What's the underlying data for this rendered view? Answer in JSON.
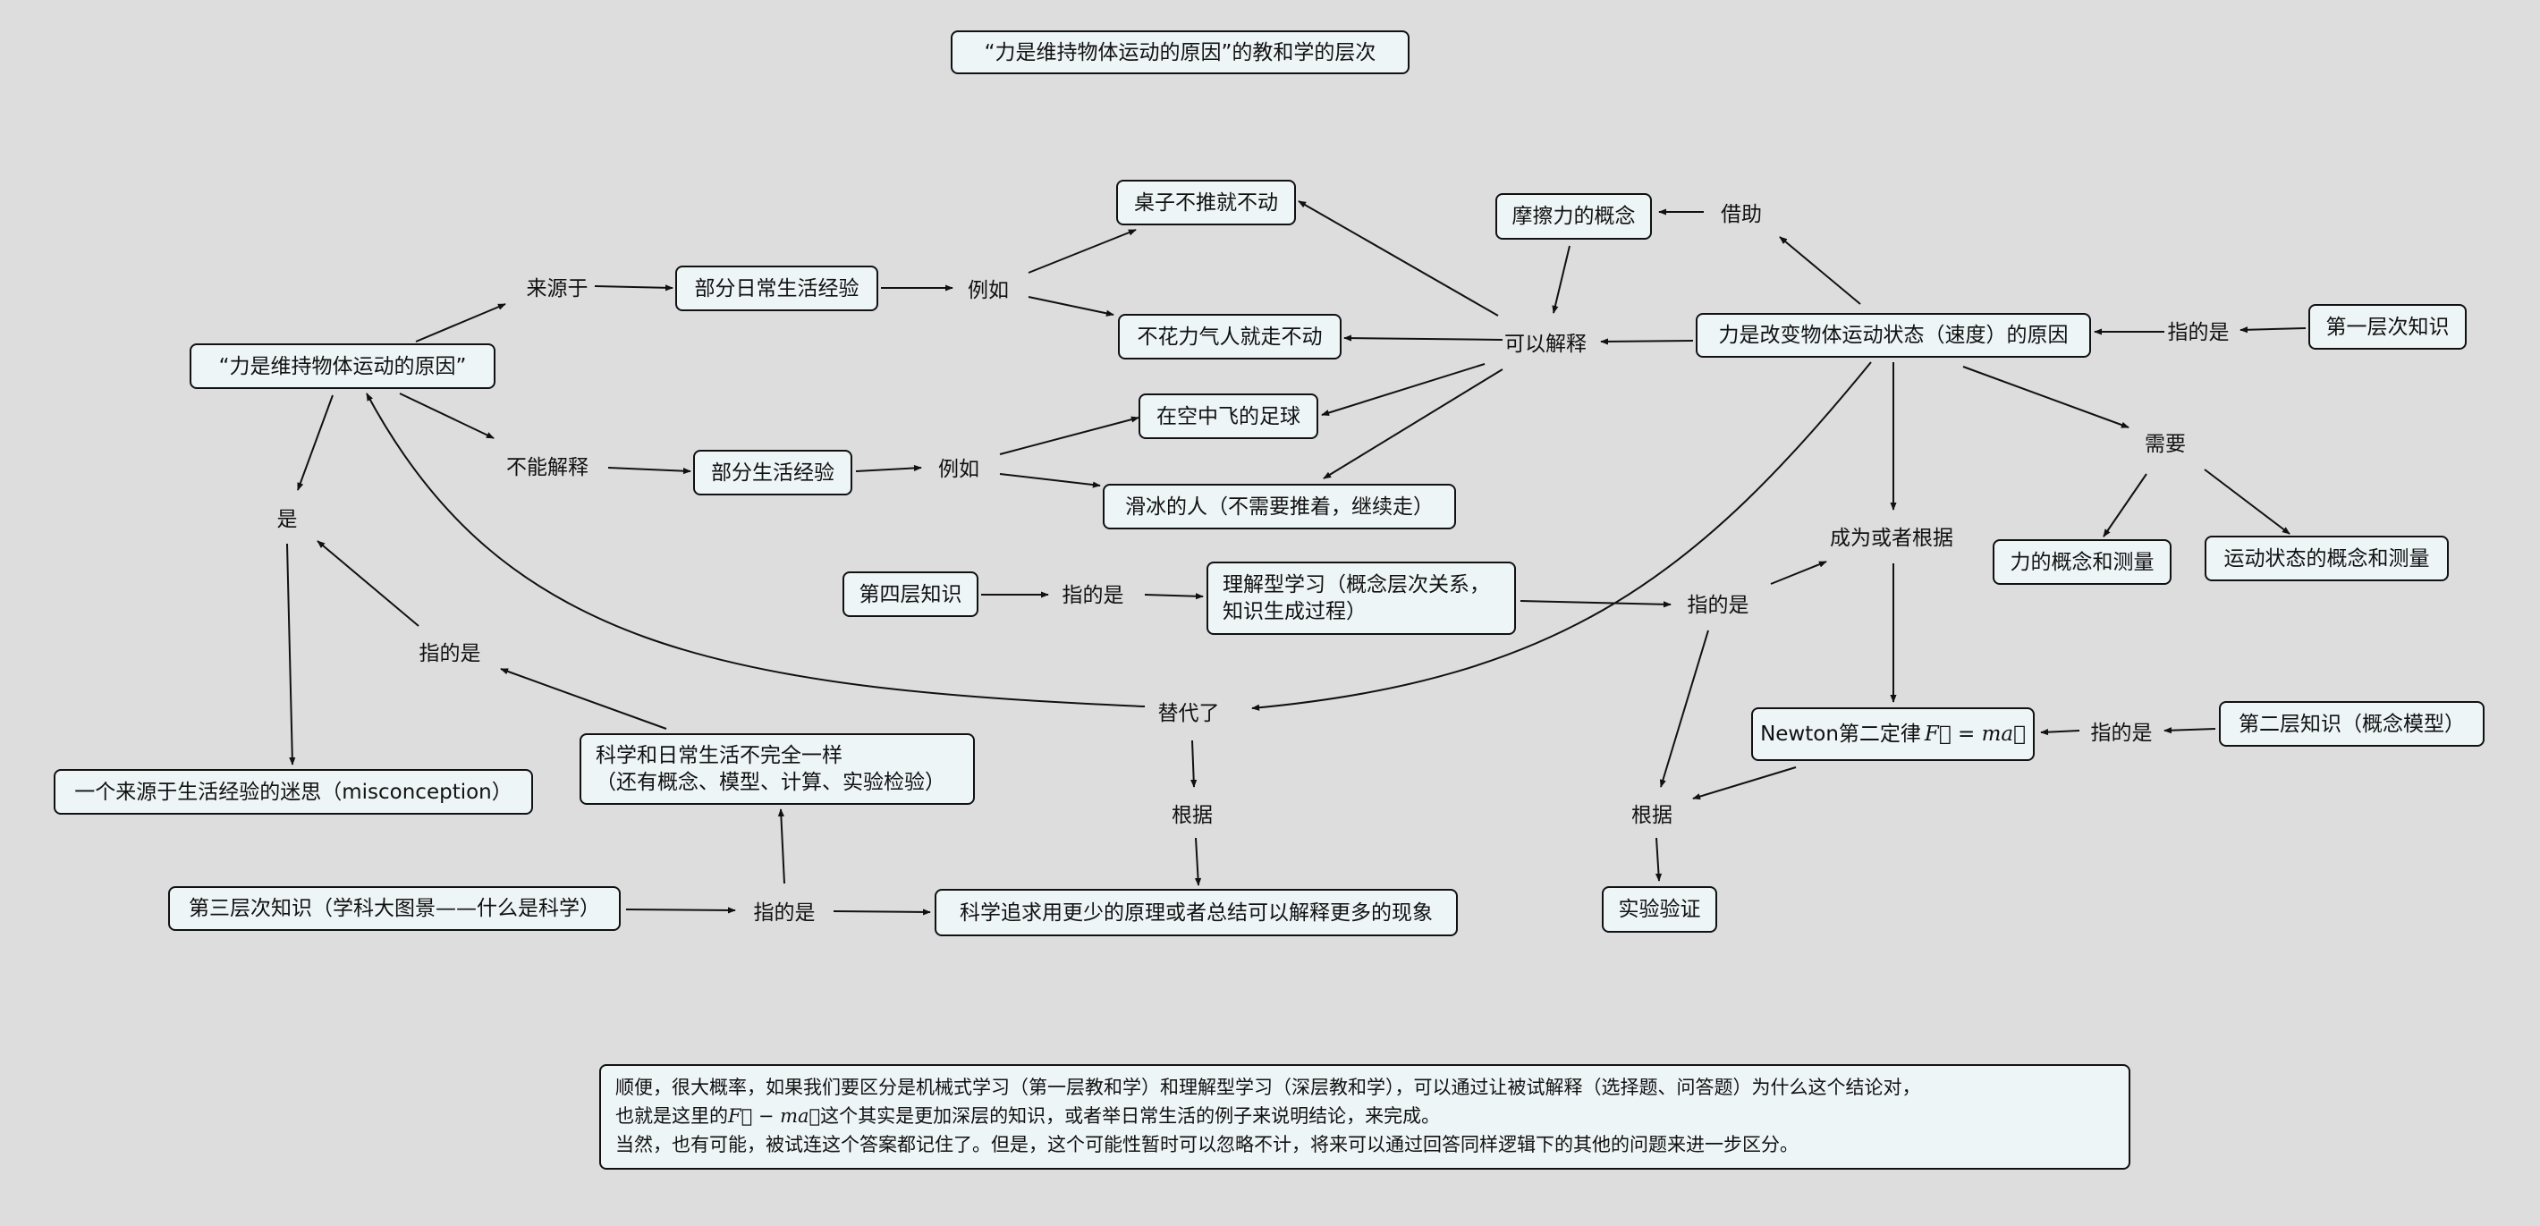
{
  "title": "“力是维持物体运动的原因”的教和学的层次",
  "nodes": {
    "misbelief": "“力是维持物体运动的原因”",
    "from": "来源于",
    "daily_exp": "部分日常生活经验",
    "eg1": "例如",
    "table": "桌子不推就不动",
    "walk": "不花力气人就走不动",
    "friction": "摩擦力的概念",
    "via": "借助",
    "can_explain": "可以解释",
    "truth": "力是改变物体运动状态（速度）的原因",
    "refers1": "指的是",
    "level1": "第一层次知识",
    "cannot_explain": "不能解释",
    "some_exp": "部分生活经验",
    "eg2": "例如",
    "ball": "在空中飞的足球",
    "skate": "滑冰的人（不需要推着，继续走）",
    "is": "是",
    "need": "需要",
    "force_concept": "力的概念和测量",
    "motion_concept": "运动状态的概念和测量",
    "become": "成为或者根据",
    "level4": "第四层知识",
    "refers4": "指的是",
    "understanding_1": "理解型学习（概念层次关系，",
    "understanding_2": "知识生成过程）",
    "refers_mid": "指的是",
    "refers_left": "指的是",
    "replaced": "替代了",
    "newton_text": "Newton第二定律",
    "newton_math": "F⃗ = ma⃗",
    "refers2": "指的是",
    "level2": "第二层知识（概念模型）",
    "myth": "一个来源于生活经验的迷思（misconception）",
    "science_1": "科学和日常生活不完全一样",
    "science_2": "（还有概念、模型、计算、实验检验）",
    "basis1": "根据",
    "basis2": "根据",
    "level3": "第三层次知识（学科大图景——什么是科学）",
    "refers3": "指的是",
    "science_goal": "科学追求用更少的原理或者总结可以解释更多的现象",
    "experiment": "实验验证"
  },
  "note": {
    "line1": "顺便，很大概率，如果我们要区分是机械式学习（第一层教和学）和理解型学习（深层教和学），可以通过让被试解释（选择题、问答题）为什么这个结论对，",
    "line2_a": "也就是这里的",
    "line2_math": "F⃗ − ma⃗",
    "line2_b": "这个其实是更加深层的知识，或者举日常生活的例子来说明结论，来完成。",
    "line3": "当然，也有可能，被试连这个答案都记住了。但是，这个可能性暂时可以忽略不计，将来可以通过回答同样逻辑下的其他的问题来进一步区分。"
  },
  "colors": {
    "background": "#dddddd",
    "box_fill": "#eef5f7",
    "line": "#111111"
  }
}
